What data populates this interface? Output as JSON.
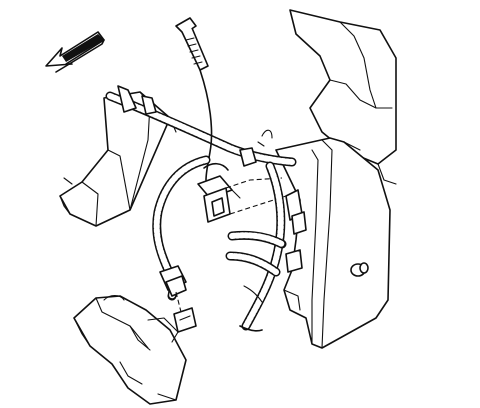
{
  "diagram": {
    "kind": "line-art-illustration",
    "components": [
      "direction-arrow",
      "upper-panel",
      "left-bracket",
      "routing-tie",
      "upper-harness",
      "connector",
      "lower-harness",
      "lower-connector",
      "floor-bracket",
      "side-bracket"
    ],
    "colors": {
      "line": "#111111",
      "background": "#ffffff",
      "arrow_fill": "#111111"
    }
  }
}
